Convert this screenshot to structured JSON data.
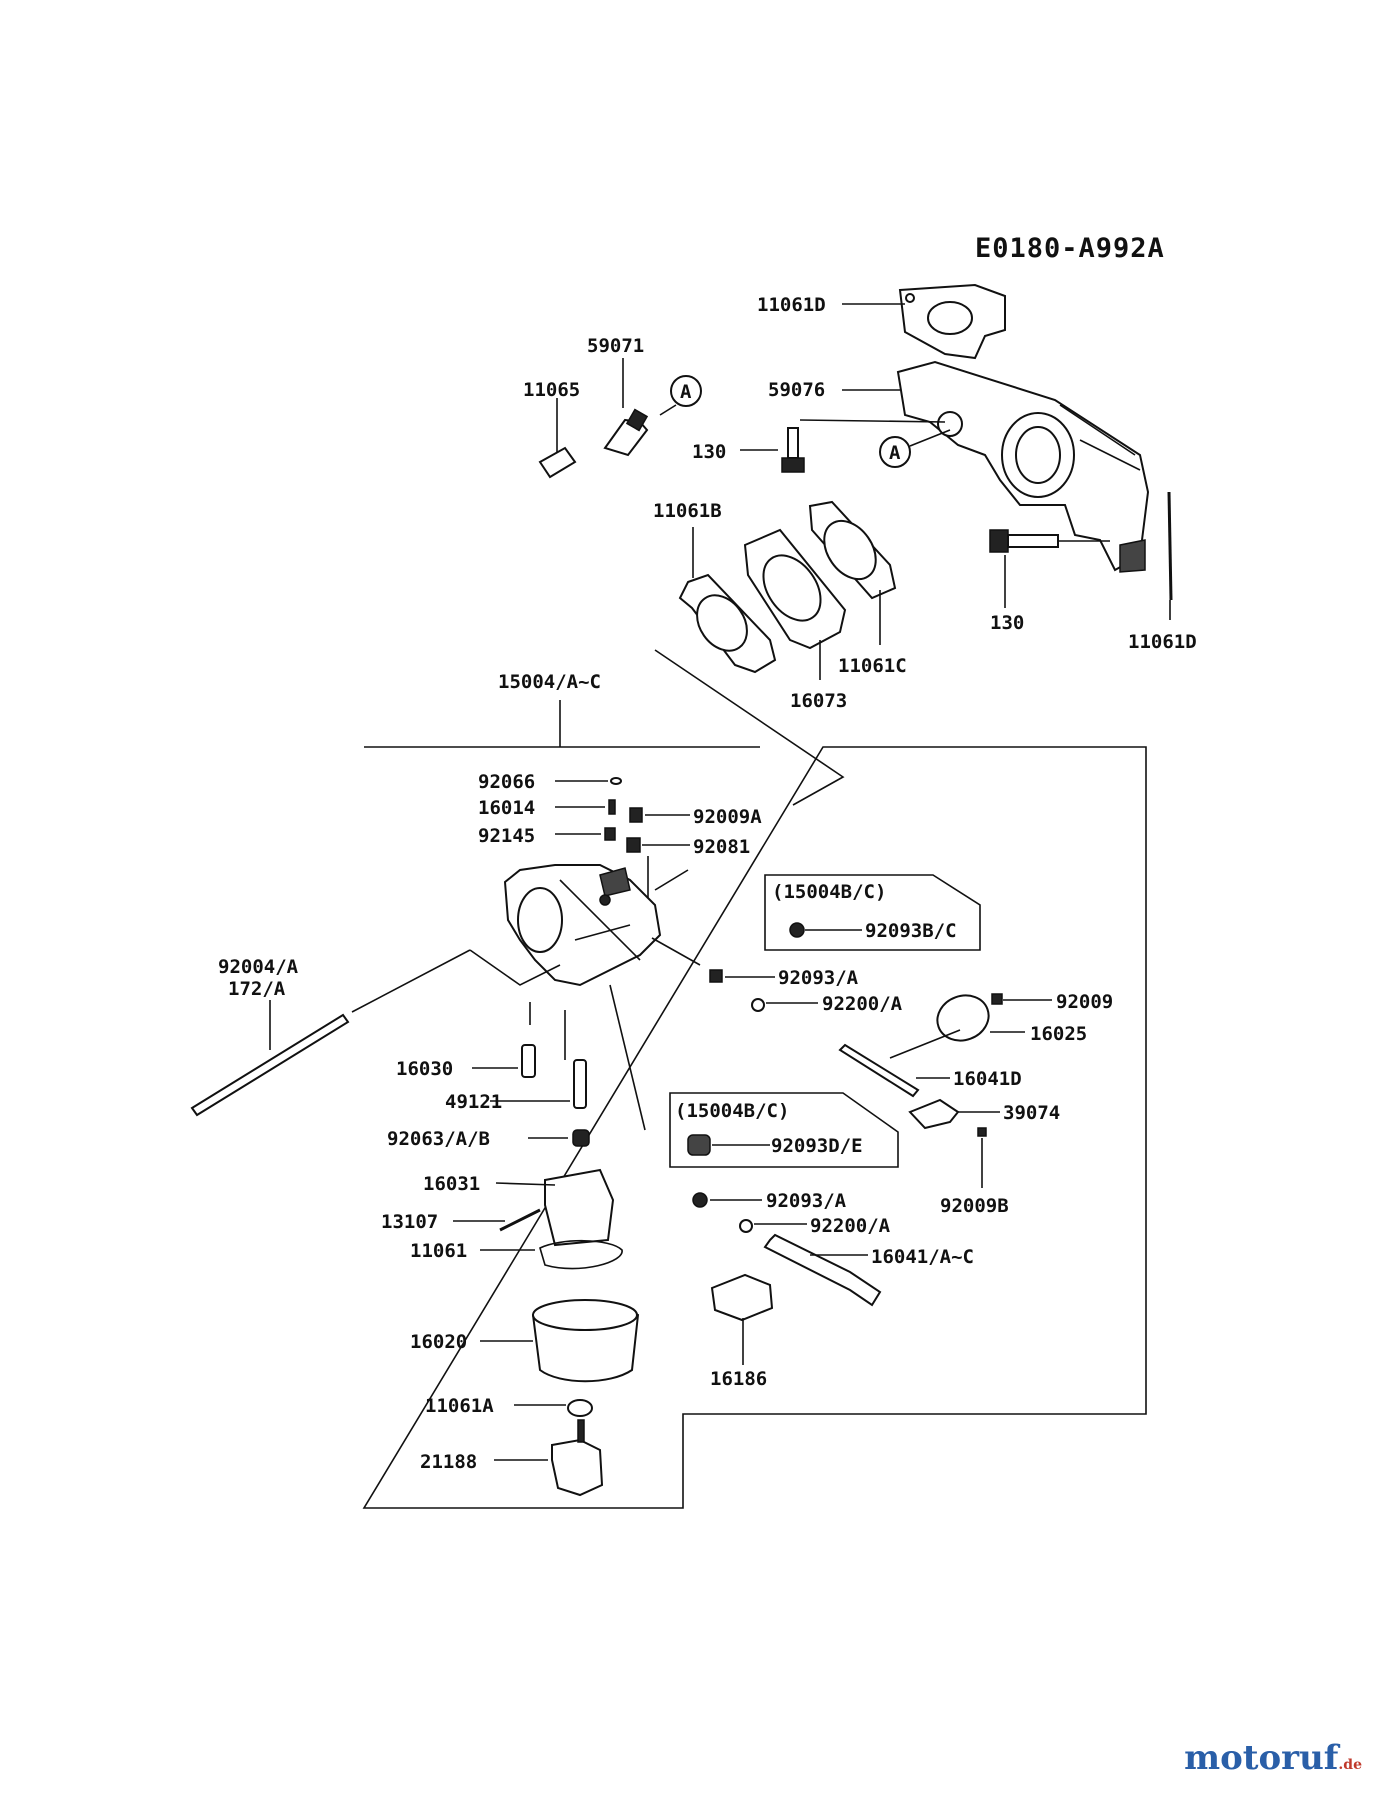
{
  "diagram_code": "E0180-A992A",
  "callout_letter": "A",
  "inset_title": "(15004B/C)",
  "labels": {
    "l11061D_top": "11061D",
    "l59071": "59071",
    "l11065": "11065",
    "l59076": "59076",
    "l130_top": "130",
    "l11061B": "11061B",
    "l130_bottom": "130",
    "l11061D_right": "11061D",
    "l11061C": "11061C",
    "l16073": "16073",
    "l15004": "15004/A~C",
    "l92066": "92066",
    "l16014": "16014",
    "l92009A": "92009A",
    "l92145": "92145",
    "l92081": "92081",
    "l92093BC": "92093B/C",
    "l92004A": "92004/A",
    "l172A": "172/A",
    "l92093A_1": "92093/A",
    "l92200A_1": "92200/A",
    "l92009": "92009",
    "l16025": "16025",
    "l16041D": "16041D",
    "l16030": "16030",
    "l49121": "49121",
    "l92093DE": "92093D/E",
    "l39074": "39074",
    "l92063": "92063/A/B",
    "l92009B": "92009B",
    "l16031": "16031",
    "l92093A_2": "92093/A",
    "l13107": "13107",
    "l92200A_2": "92200/A",
    "l11061": "11061",
    "l16041AC": "16041/A~C",
    "l16020": "16020",
    "l16186": "16186",
    "l11061A": "11061A",
    "l21188": "21188"
  },
  "watermark": {
    "text": "motoruf",
    "suffix": ".de"
  }
}
